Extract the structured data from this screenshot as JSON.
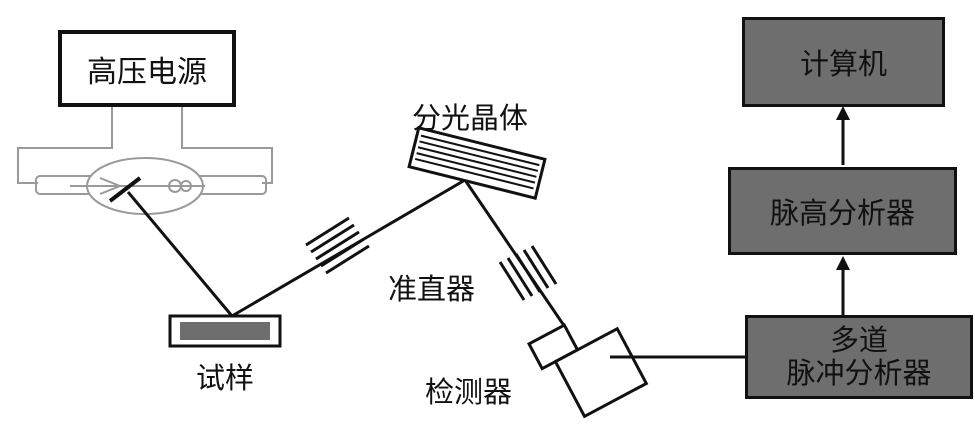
{
  "colors": {
    "box_fill": "#6e6e6e",
    "line": "#111111",
    "sample_fill": "#6e6e6e",
    "tube_outline": "#9a9a9a"
  },
  "labels": {
    "power_supply": "高压电源",
    "crystal": "分光晶体",
    "collimator": "准直器",
    "sample": "试样",
    "detector": "检测器",
    "computer": "计算机",
    "pulse_height_analyzer": "脉高分析器",
    "multichannel_line1": "多道",
    "multichannel_line2": "脉冲分析器"
  }
}
